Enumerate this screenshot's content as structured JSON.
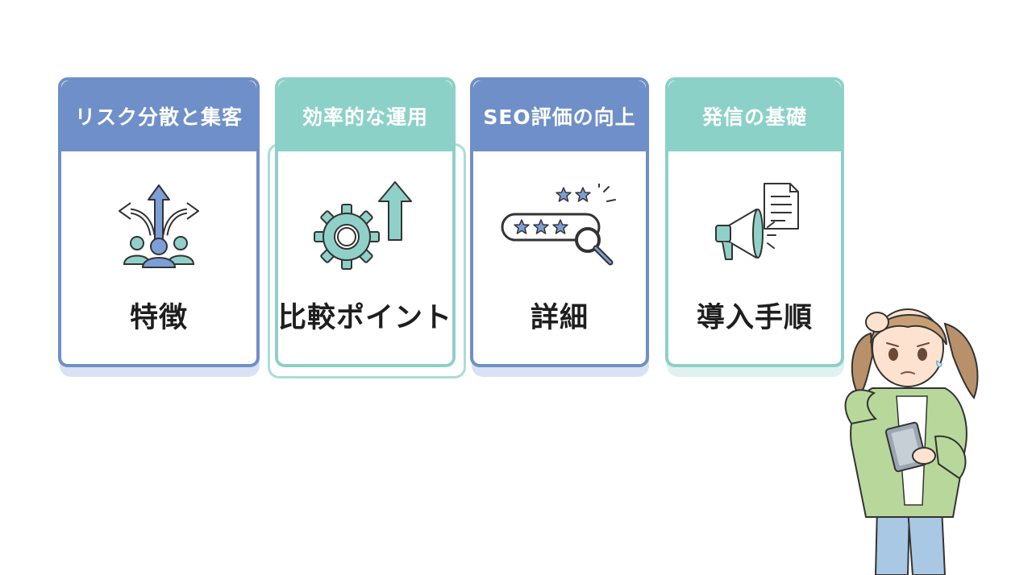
{
  "colors": {
    "blue": "#6f8fc8",
    "teal": "#8cd1c7",
    "icon_blue": "#7d9fd6",
    "icon_teal": "#8fd1c8",
    "text": "#1e1e1e"
  },
  "cards": [
    {
      "header": "リスク分散と集客",
      "title": "特徴",
      "icon": "diverging-arrows-people-icon",
      "color": "blue"
    },
    {
      "header": "効率的な運用",
      "title": "比較ポイント",
      "icon": "gear-up-arrow-icon",
      "color": "teal"
    },
    {
      "header": "SEO評価の向上",
      "title": "詳細",
      "icon": "star-rating-search-icon",
      "color": "blue"
    },
    {
      "header": "発信の基礎",
      "title": "導入手順",
      "icon": "megaphone-document-icon",
      "color": "teal"
    }
  ],
  "character": {
    "icon": "confused-girl-with-tablet-illustration"
  }
}
